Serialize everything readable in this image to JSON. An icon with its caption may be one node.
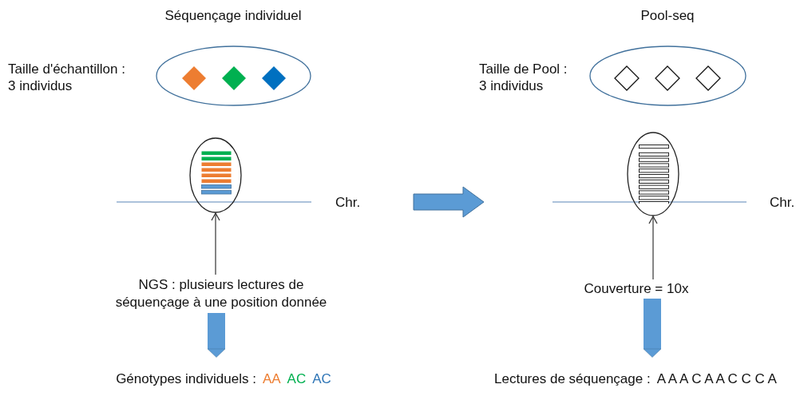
{
  "diagram": {
    "nodes": [
      {
        "text": [],
        "shape": "circle",
        "beside": [
          "Taille d'échantillon : 3 individus"
        ]
      },
      {
        "text": [],
        "shape": "diamond",
        "in": 0
      },
      {
        "text": [],
        "shape": "diamond",
        "in": 0
      },
      {
        "text": [],
        "shape": "diamond",
        "in": 0
      },
      {
        "text": [],
        "shape": "circle"
      },
      {
        "text": [
          "NGS : plusieurs lectures de séquençage à une position donnée"
        ]
      },
      {
        "text": [
          "Génotypes individuels :",
          "AA",
          "AC",
          "AC"
        ]
      },
      {
        "text": [],
        "shape": "circle",
        "beside": [
          "Taille de Pool : 3 individus"
        ]
      },
      {
        "text": [],
        "shape": "diamond",
        "in": 7
      },
      {
        "text": [],
        "shape": "diamond",
        "in": 7
      },
      {
        "text": [],
        "shape": "diamond",
        "in": 7
      },
      {
        "text": [],
        "shape": "circle"
      },
      {
        "text": [
          "Couverture = 10x"
        ]
      },
      {
        "text": [
          "Lectures de séquençage :",
          "A A A C A A C C C A"
        ]
      }
    ],
    "edges": [
      {
        "from": 5,
        "to": 4,
        "arrow": "to"
      },
      {
        "from": 5,
        "to": 6,
        "arrow": "to",
        "style": "thick",
        "color": "#5b9bd5"
      },
      {
        "from": 12,
        "to": 11,
        "arrow": "to"
      },
      {
        "from": 12,
        "to": 13,
        "arrow": "to",
        "style": "thick",
        "color": "#5b9bd5"
      }
    ],
    "labels": [
      "Séquençage individuel",
      "Pool-seq",
      "Chr.",
      "Chr."
    ]
  }
}
